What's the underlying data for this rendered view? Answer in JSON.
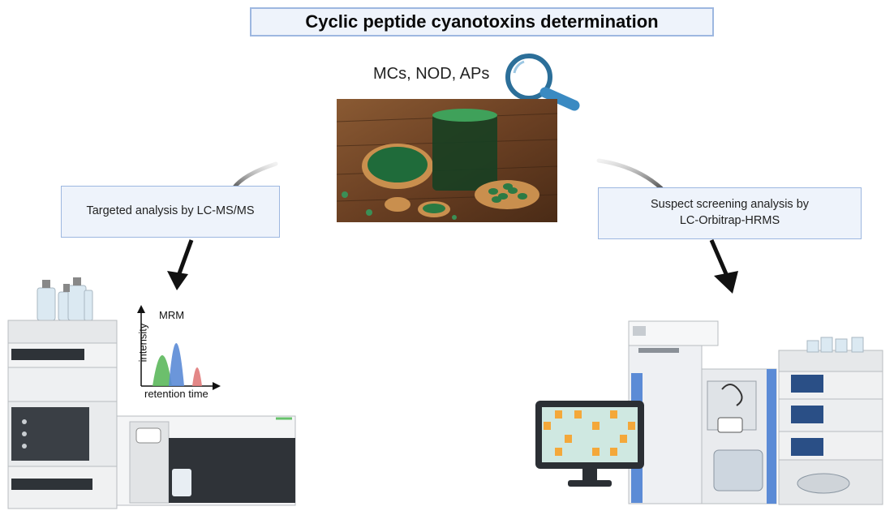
{
  "title": "Cyclic peptide cyanotoxins determination",
  "analytes": "MCs, NOD, APs",
  "left_method": "Targeted analysis by LC-MS/MS",
  "right_method_line1": "Suspect screening  analysis by",
  "right_method_line2": "LC-Orbitrap-HRMS",
  "mrm_plot": {
    "label": "MRM",
    "ylabel": "intensity",
    "xlabel": "retention time",
    "peak_colors": [
      "#5cb85c",
      "#5b8bd6",
      "#e07a7a"
    ]
  },
  "icons": [
    "magnifier-icon",
    "spirulina-photo",
    "lc-ms-instrument",
    "orbitrap-instrument",
    "monitor-heatmap"
  ],
  "colors": {
    "box_border": "#9db7e0",
    "box_fill": "#eef3fb",
    "heat_cell": "#f4a83a",
    "heat_bg": "#cfe8e1"
  }
}
